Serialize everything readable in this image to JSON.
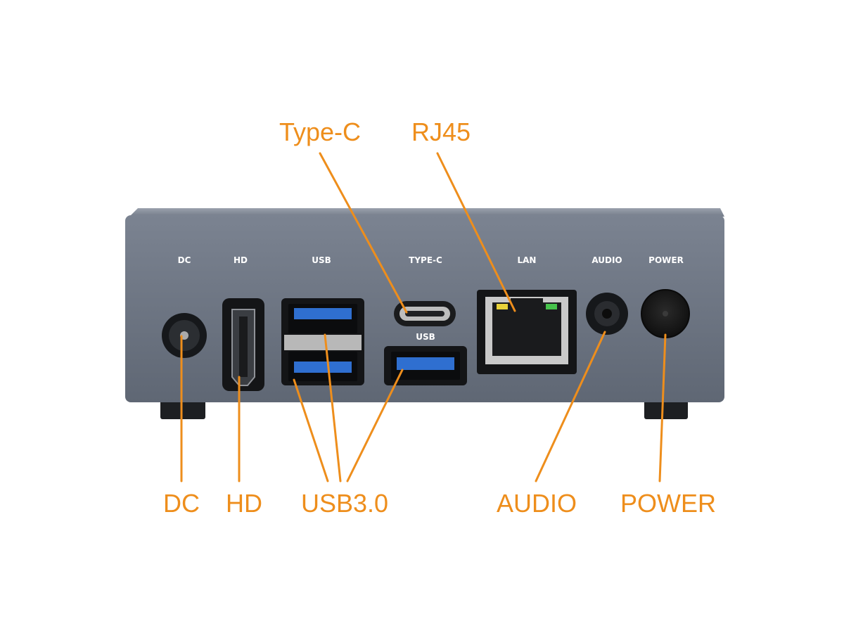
{
  "panel_labels": {
    "dc": "DC",
    "hd": "HD",
    "usb": "USB",
    "type_c": "TYPE-C",
    "usb_small": "USB",
    "lan": "LAN",
    "audio": "AUDIO",
    "power": "POWER"
  },
  "callouts": {
    "type_c": "Type-C",
    "rj45": "RJ45",
    "dc": "DC",
    "hd": "HD",
    "usb30": "USB3.0",
    "audio": "AUDIO",
    "power": "POWER"
  },
  "colors": {
    "callout": "#EE8E1C",
    "chassis": "#6E7785",
    "usb_blue": "#2F6FD0"
  }
}
